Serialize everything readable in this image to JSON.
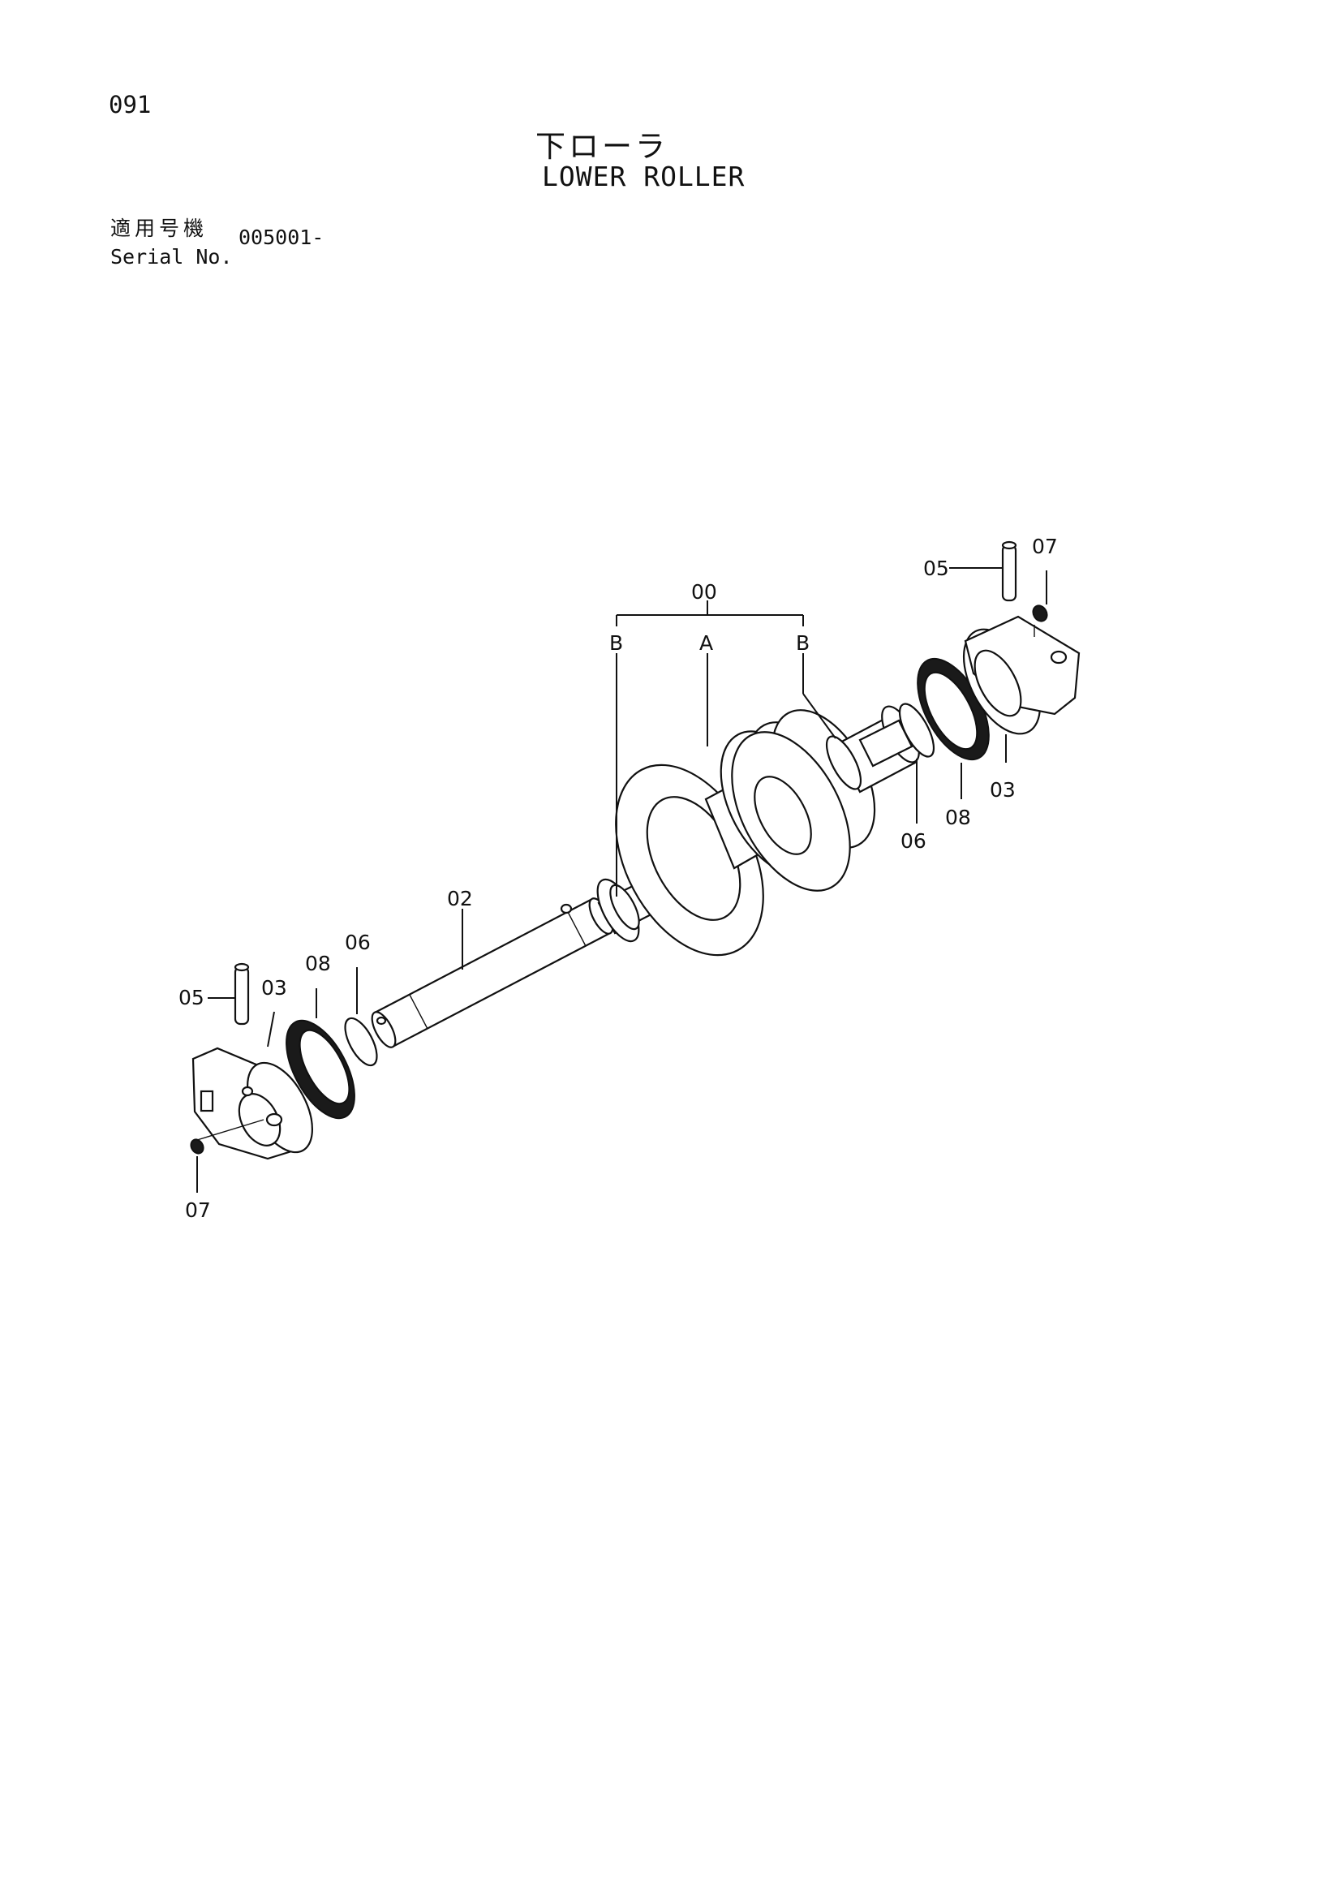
{
  "header": {
    "page_number": "091",
    "title_ja": "下ローラ",
    "title_en": "LOWER ROLLER"
  },
  "serial": {
    "label_ja": "適用号機",
    "label_en": "Serial No.",
    "value": "005001-"
  },
  "callouts": {
    "assembly": "00",
    "roller": "A",
    "collar_left": "B",
    "collar_right": "B",
    "shaft": "02",
    "bracket_left": "03",
    "bracket_right": "03",
    "pin_left": "05",
    "pin_right": "05",
    "oring_left": "06",
    "oring_right": "06",
    "plug_left": "07",
    "plug_right": "07",
    "seal_left": "08",
    "seal_right": "08"
  }
}
